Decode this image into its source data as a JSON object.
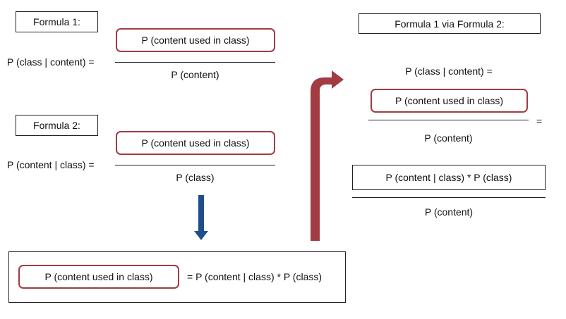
{
  "formula1": {
    "label": "Formula 1:",
    "lhs": "P (class | content) =",
    "numerator": "P (content used in class)",
    "denominator": "P (content)"
  },
  "formula2": {
    "label": "Formula 2:",
    "lhs": "P (content | class) =",
    "numerator": "P (content used in class)",
    "denominator": "P (class)"
  },
  "derived": {
    "term": "P (content used in class)",
    "rhs": "= P (content | class) * P (class)"
  },
  "combined": {
    "label": "Formula 1 via Formula 2:",
    "lhs": "P (class | content) =",
    "numerator": "P (content used in class)",
    "denominator": "P (content)",
    "equals": "=",
    "numerator2": "P (content | class) * P (class)",
    "denominator2": "P (content)"
  },
  "colors": {
    "highlight_border": "#a23b42",
    "down_arrow": "#1f4e8c",
    "up_arrow": "#a23b42"
  },
  "icons": {
    "down_arrow": "arrow-down-icon",
    "up_arrow": "arrow-up-right-icon"
  }
}
